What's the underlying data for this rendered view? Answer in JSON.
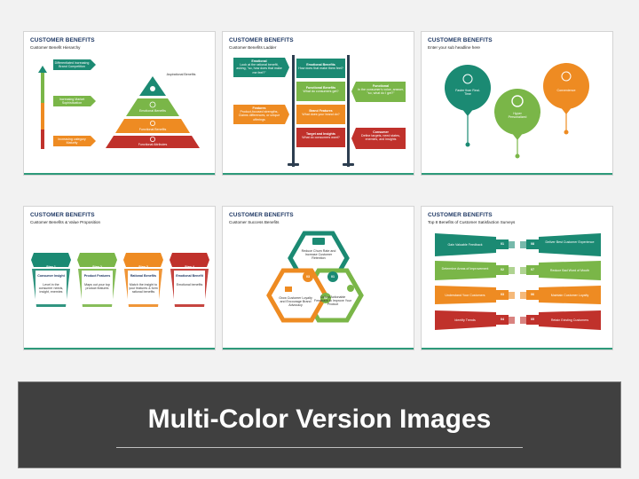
{
  "colors": {
    "teal": "#1b8a73",
    "green": "#7ab648",
    "orange": "#ee8b22",
    "red": "#c0312b",
    "navy": "#1f3864"
  },
  "slides": [
    {
      "title": "CUSTOMER BENEFITS",
      "subtitle": "Customer Benefit Hierarchy",
      "left_boxes": [
        "Differentiated increasing Brand Competition",
        "Increasing Market Sophistication",
        "Increasing category Maturity"
      ],
      "levels": [
        "Aspirational Benefits",
        "Emotional Benefits",
        "Functional Benefits",
        "Functional Attributes"
      ]
    },
    {
      "title": "CUSTOMER BENEFITS",
      "subtitle": "Customer Benefits Ladder",
      "rungs": [
        {
          "title": "Emotional Benefits",
          "text": "How does that make them feel?"
        },
        {
          "title": "Functional Benefits",
          "text": "What do consumers get?"
        },
        {
          "title": "Brand Features",
          "text": "What does your brand do?"
        },
        {
          "title": "Target and Insights",
          "text": "What do consumers want?"
        }
      ],
      "left": [
        {
          "title": "Emotional",
          "text": "Look at the rational benefit, asking, \"so, how does that make me feel?\""
        },
        {
          "title": "Features",
          "text": "Product-focused strengths, Claims differences, or unique offerings"
        }
      ],
      "right": [
        {
          "title": "Functional",
          "text": "In the consumer's voice, answer, \"so, what do I get?\""
        },
        {
          "title": "Consumer",
          "text": "Define targets, need states, enemies, and insights"
        }
      ]
    },
    {
      "title": "CUSTOMER BENEFITS",
      "subtitle": "Enter your sub headline here",
      "items": [
        "Faster than Real-Time",
        "Hyper Personalized",
        "Convenience"
      ]
    },
    {
      "title": "CUSTOMER BENEFITS",
      "subtitle": "Customer Benefits & Value Proposition",
      "steps": [
        {
          "step": "Step 1",
          "title": "Consumer Insight",
          "text": "Level in the consumer needs, insight, enemies"
        },
        {
          "step": "Step 2",
          "title": "Product Features",
          "text": "Maps out your top product features"
        },
        {
          "step": "Step 3",
          "title": "Rational Benefits",
          "text": "Match the insight to your features & form rational benefits"
        },
        {
          "step": "Step 4",
          "title": "Emotional Benefit",
          "text": "Emotional benefits"
        }
      ]
    },
    {
      "title": "CUSTOMER BENEFITS",
      "subtitle": "Customer Success Benefits",
      "hexes": [
        {
          "num": "01",
          "text": "Reduce Churn Rate and Increase Customer Retention"
        },
        {
          "num": "02",
          "text": "Collect Actionable Feedback to Improve Your Product"
        },
        {
          "num": "03",
          "text": "Grow Customer Loyalty and Encourage Brand Advocacy"
        }
      ]
    },
    {
      "title": "CUSTOMER BENEFITS",
      "subtitle": "Top 8 Benefits of Customer Satisfaction Surveys",
      "left": [
        {
          "num": "01",
          "text": "Gain Valuable Feedback"
        },
        {
          "num": "02",
          "text": "Determine Areas of Improvement"
        },
        {
          "num": "03",
          "text": "Understand Your Customers"
        },
        {
          "num": "04",
          "text": "Identify Trends"
        }
      ],
      "right": [
        {
          "num": "08",
          "text": "Deliver Best Customer Experience"
        },
        {
          "num": "07",
          "text": "Reduce Bad Word of Mouth"
        },
        {
          "num": "06",
          "text": "Maintain Customer Loyalty"
        },
        {
          "num": "05",
          "text": "Retain Existing Customers"
        }
      ]
    }
  ],
  "banner": {
    "title": "Multi-Color Version Images"
  }
}
